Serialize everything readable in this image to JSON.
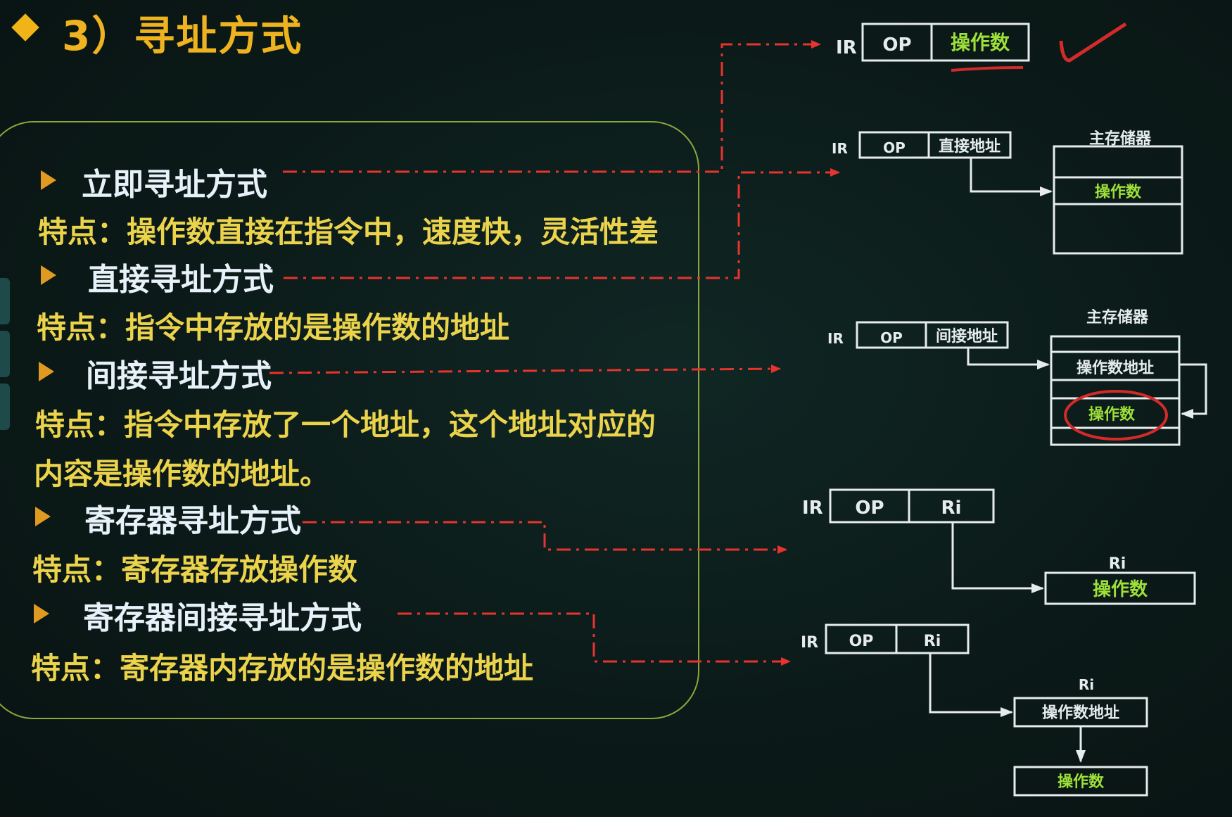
{
  "title": "3）寻址方式",
  "modes": [
    {
      "heading": "立即寻址方式",
      "feature_lines": [
        "特点：操作数直接在指令中，速度快，灵活性差"
      ]
    },
    {
      "heading": "直接寻址方式",
      "feature_lines": [
        "特点：指令中存放的是操作数的地址"
      ]
    },
    {
      "heading": "间接寻址方式",
      "feature_lines": [
        "特点：指令中存放了一个地址，这个地址对应的",
        "内容是操作数的地址。"
      ]
    },
    {
      "heading": "寄存器寻址方式",
      "feature_lines": [
        "特点：寄存器存放操作数"
      ]
    },
    {
      "heading": "寄存器间接寻址方式",
      "feature_lines": [
        "特点：寄存器内存放的是操作数的地址"
      ]
    }
  ],
  "diagrams": {
    "immediate": {
      "reg": "IR",
      "op": "OP",
      "field": "操作数"
    },
    "direct": {
      "reg": "IR",
      "op": "OP",
      "field": "直接地址",
      "memory_title": "主存储器",
      "memory_cell": "操作数"
    },
    "indirect": {
      "reg": "IR",
      "op": "OP",
      "field": "间接地址",
      "memory_title": "主存储器",
      "cell_address": "操作数地址",
      "cell_operand": "操作数"
    },
    "register": {
      "reg": "IR",
      "op": "OP",
      "field": "Ri",
      "target_label": "Ri",
      "target_cell": "操作数"
    },
    "register_indirect": {
      "reg": "IR",
      "op": "OP",
      "field": "Ri",
      "target_label": "Ri",
      "target_cell": "操作数地址",
      "final_cell": "操作数"
    }
  },
  "colors": {
    "title": "#eeb31f",
    "heading": "#e8f1fa",
    "feature": "#ecd34c",
    "panel_border": "#8fa63a",
    "dash_arrow": "#e8332e",
    "box_stroke": "#e6ecee",
    "box_text": "#9ee03a",
    "annotation": "#d32a2a"
  }
}
